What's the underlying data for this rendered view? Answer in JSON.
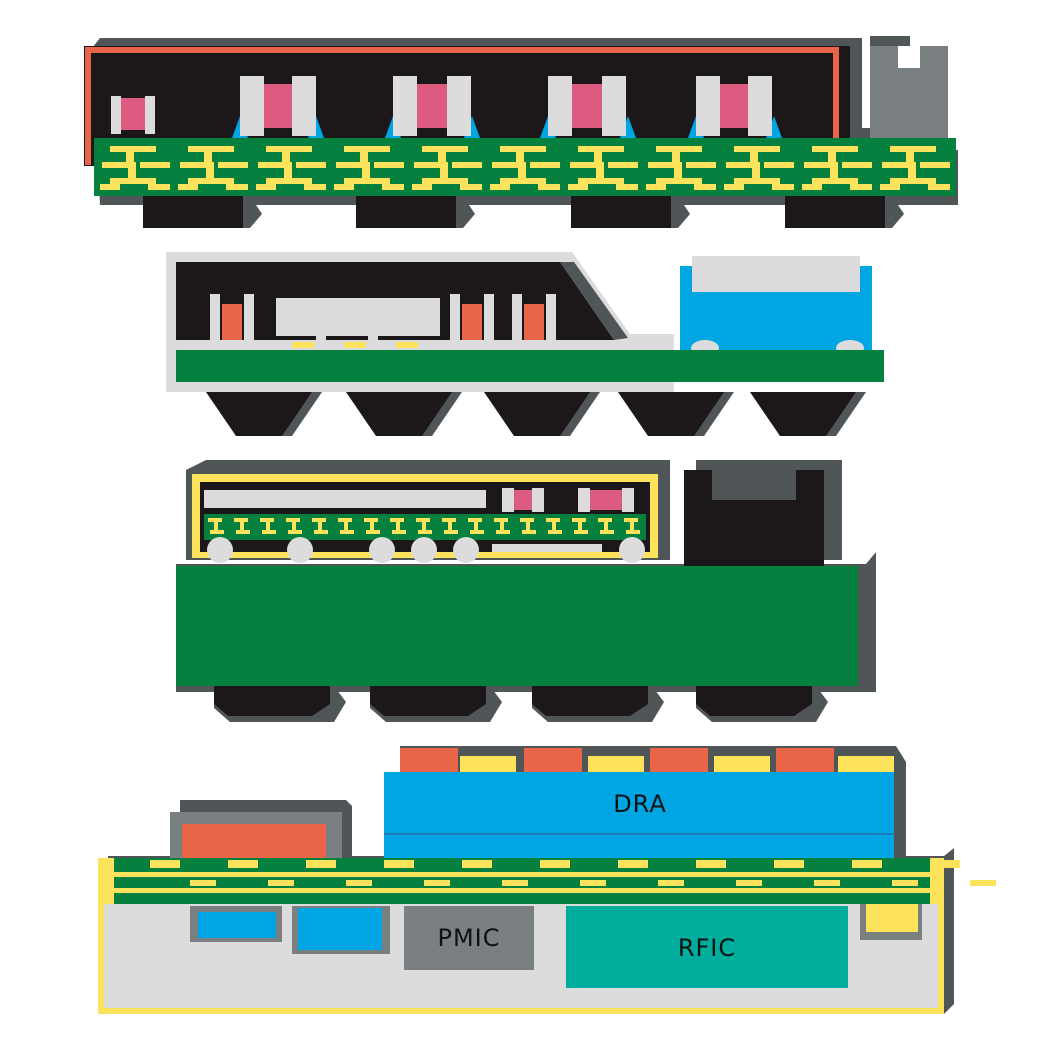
{
  "labels": {
    "dra": "DRA",
    "pmic": "PMIC",
    "rfic": "RFIC"
  },
  "colors": {
    "black": "#1c1718",
    "shadow": "#505558",
    "green": "#06803f",
    "trace_yellow": "#fde25b",
    "pink": "#dd5a80",
    "orange": "#e9654a",
    "blue": "#00a5e3",
    "teal": "#00ad9c",
    "light_gray": "#dcdcdc",
    "mid_gray": "#7a7f82"
  }
}
